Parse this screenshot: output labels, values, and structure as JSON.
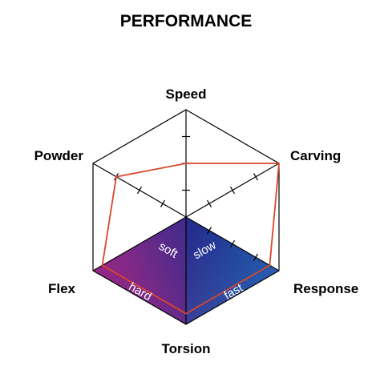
{
  "chart_data": {
    "type": "radar",
    "title": "PERFORMANCE",
    "axes": [
      "Speed",
      "Carving",
      "Response",
      "Torsion",
      "Flex",
      "Powder"
    ],
    "ticks_per_axis": 3,
    "series": [
      {
        "values": [
          0.5,
          1.0,
          0.9,
          0.9,
          0.9,
          0.75
        ],
        "color": "#d9472b"
      }
    ],
    "region_labels": {
      "soft": "soft",
      "slow": "slow",
      "hard": "hard",
      "fast": "fast"
    },
    "colors": {
      "outline": "#000000",
      "series": "#d9472b",
      "magenta": "#e0257f",
      "purple": "#5a2a8a",
      "navy": "#1a2e8c",
      "blue": "#3fa0e0"
    }
  }
}
